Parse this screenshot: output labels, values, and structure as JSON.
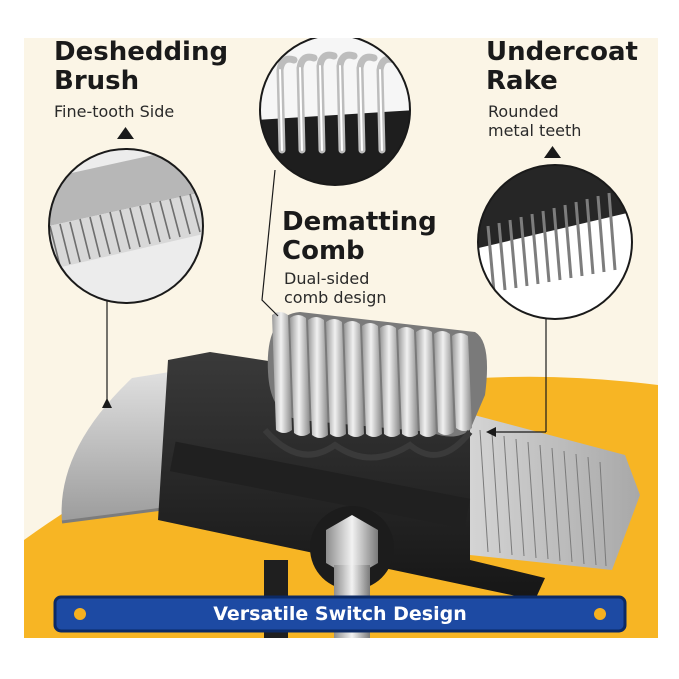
{
  "features": {
    "deshedding": {
      "title": [
        "Deshedding",
        "Brush"
      ],
      "subtitle": [
        "Fine-tooth Side"
      ]
    },
    "dematting": {
      "title": [
        "Dematting",
        "Comb"
      ],
      "subtitle": [
        "Dual-sided",
        "comb design"
      ]
    },
    "undercoat": {
      "title": [
        "Undercoat",
        "Rake"
      ],
      "subtitle": [
        "Rounded",
        "metal teeth"
      ]
    }
  },
  "banner": {
    "label": "Versatile Switch Design"
  },
  "colors": {
    "background": "#fbf5e6",
    "accent_yellow": "#f7b524",
    "banner_blue": "#1d4aa3",
    "banner_outline": "#0c2a66",
    "banner_dot": "#f5b020",
    "tool_black": "#262626",
    "metal": "#c8c8c8"
  }
}
